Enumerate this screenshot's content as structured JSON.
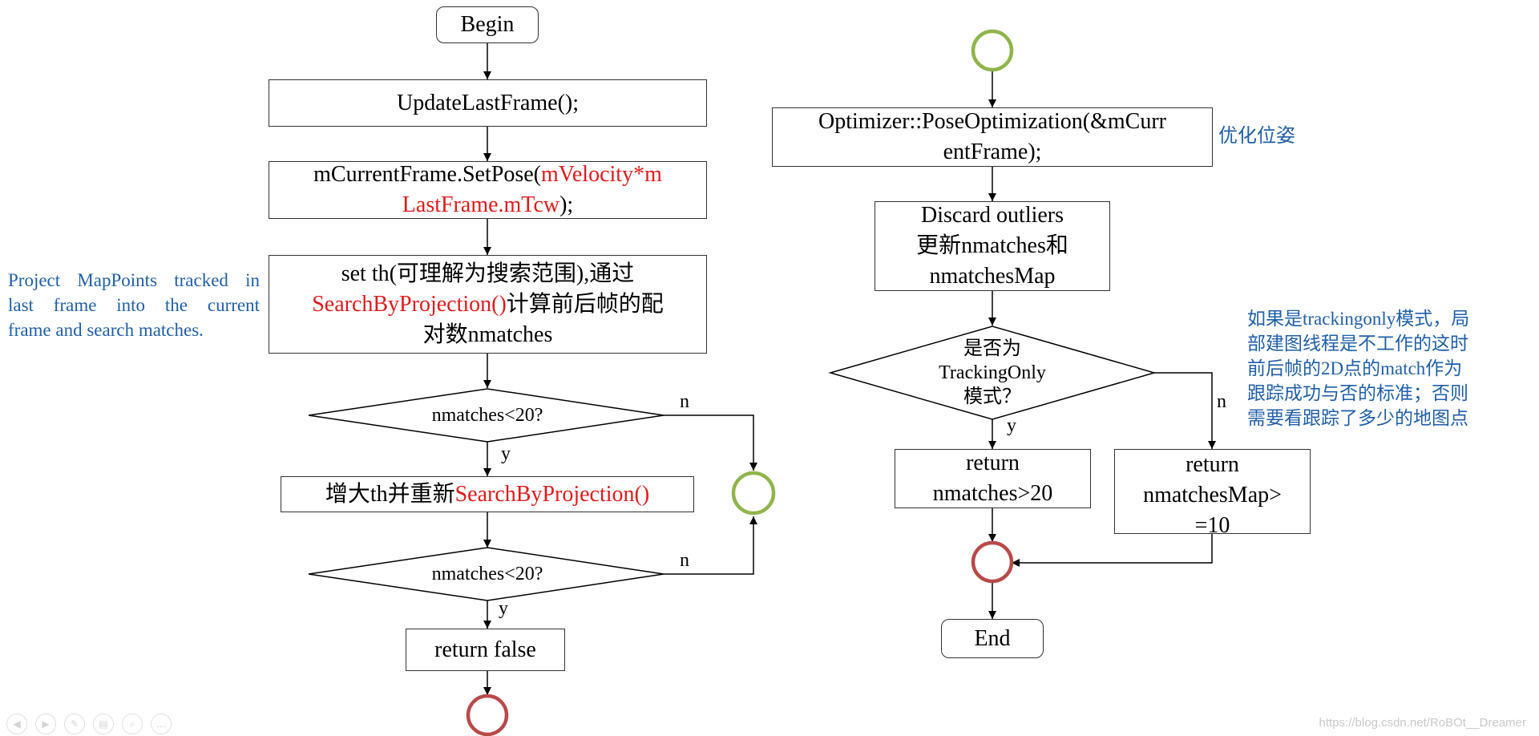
{
  "left_flow": {
    "begin": "Begin",
    "update": "UpdateLastFrame();",
    "setpose": {
      "p1": "mCurrentFrame.SetPose(",
      "p2": "mVelocity*m",
      "p3": "LastFrame.mTcw",
      "p4": ");"
    },
    "setth": {
      "l1": "set th(可理解为搜索范围),通过",
      "red": "SearchByProjection()",
      "l2": "计算前后帧的配",
      "l3": "对数nmatches"
    },
    "cond1": "nmatches<20?",
    "enlarge": {
      "p1": "增大th并重新",
      "p2": "SearchByProjection()"
    },
    "cond2": "nmatches<20?",
    "return_false": "return false",
    "y1": "y",
    "n1": "n",
    "y2": "y",
    "n2": "n"
  },
  "right_flow": {
    "pose": {
      "l1": "Optimizer::PoseOptimization(&mCurr",
      "l2": "entFrame);"
    },
    "discard": {
      "l1": "Discard outliers",
      "l2": "更新nmatches和",
      "l3": "nmatchesMap"
    },
    "decision": {
      "l1": "是否为",
      "l2": "TrackingOnly",
      "l3": "模式？"
    },
    "ret1": {
      "l1": "return",
      "l2": "nmatches>20"
    },
    "ret2": {
      "l1": "return",
      "l2": "nmatchesMap>",
      "l3": "=10"
    },
    "end": "End",
    "y": "y",
    "n": "n"
  },
  "notes": {
    "left": [
      "Project MapPoints tracked in",
      "last frame into the current",
      "frame and search matches."
    ],
    "pose": "优化位姿",
    "right": [
      "如果是trackingonly模式，局",
      "部建图线程是不工作的这时",
      "前后帧的2D点的match作为",
      "跟踪成功与否的标准；否则",
      "需要看跟踪了多少的地图点"
    ]
  },
  "watermark": "https://blog.csdn.net/RoBOt__Dreamer",
  "colors": {
    "red": "#e01b1b",
    "green": "#8fb54b",
    "dark_red": "#b94a4a",
    "note_blue": "#1f5fa8"
  }
}
